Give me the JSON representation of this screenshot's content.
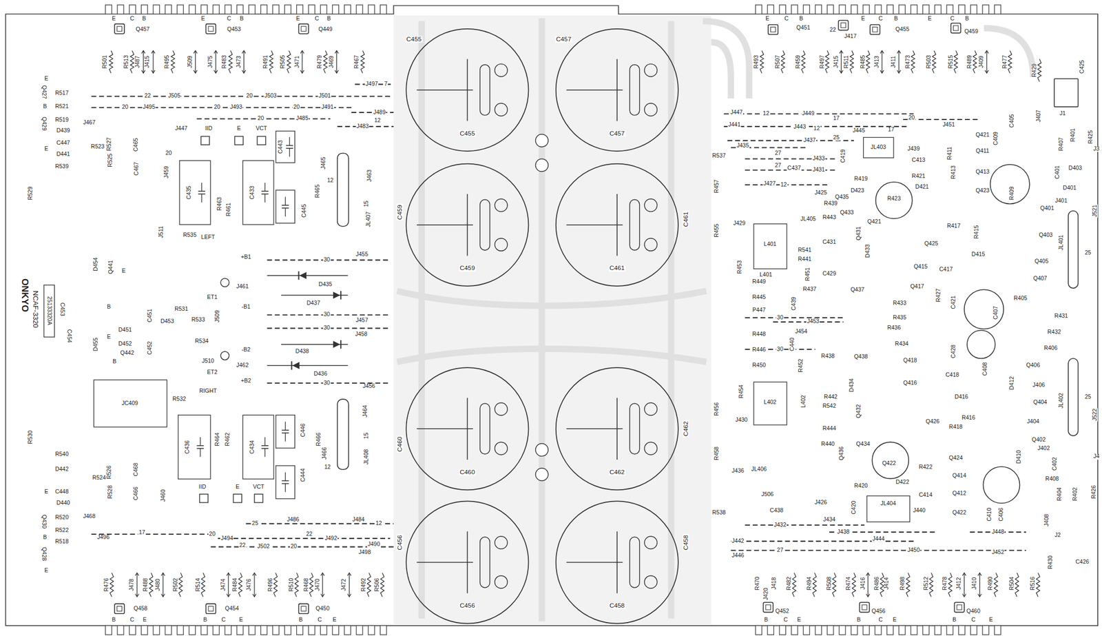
{
  "diagram": {
    "nodes": [
      {
        "text": [
          "25133320A"
        ]
      },
      {
        "text": [
          "C435"
        ]
      },
      {
        "text": [
          "C433"
        ]
      },
      {
        "text": [
          "C443"
        ]
      },
      {
        "text": [
          "C445"
        ]
      },
      {
        "text": [
          "JC409"
        ]
      },
      {
        "text": [
          "C436"
        ]
      },
      {
        "text": [
          "C434"
        ]
      },
      {
        "text": [
          "C446"
        ]
      },
      {
        "text": [
          "C444"
        ]
      },
      {
        "text": [
          "C455",
          "C455"
        ]
      },
      {
        "text": [
          "C457",
          "C457"
        ]
      },
      {
        "text": [
          "C459",
          "C459"
        ]
      },
      {
        "text": [
          "C461",
          "C461"
        ]
      },
      {
        "text": [
          "C460",
          "C460"
        ]
      },
      {
        "text": [
          "C462",
          "C462"
        ]
      },
      {
        "text": [
          "C456",
          "C456"
        ]
      },
      {
        "text": [
          "C458",
          "C458"
        ]
      },
      {
        "text": [
          "JL403"
        ]
      },
      {
        "text": [
          "L401",
          "L401"
        ]
      },
      {
        "text": [
          "L402",
          "L402"
        ]
      },
      {
        "text": [
          "JL404"
        ]
      }
    ],
    "labels": [
      "E",
      "C",
      "B",
      "Q457",
      "E",
      "C",
      "B",
      "Q453",
      "E",
      "C",
      "B",
      "Q449",
      "R501",
      "R513",
      "J487",
      "J415",
      "R495",
      "J509",
      "J475",
      "R483",
      "J473",
      "R491",
      "R505",
      "J471",
      "R479",
      "J469",
      "R467",
      "22",
      "J505",
      "20",
      "J503",
      "J501",
      "J497",
      "7",
      "20",
      "J495",
      "20",
      "J493",
      "20",
      "J491",
      "J489",
      "12",
      "20",
      "J485",
      "J483",
      "E",
      "Q427",
      "B",
      "Q429",
      "E",
      "R517",
      "R521",
      "R519",
      "D439",
      "C447",
      "D441",
      "R539",
      "J467",
      "R523",
      "R527",
      "R525",
      "C465",
      "C467",
      "R529",
      "J447",
      "IID",
      "E",
      "VCT",
      "20",
      "J459",
      "R463",
      "R461",
      "J465",
      "12",
      "R465",
      "J463",
      "15",
      "JL407",
      "J511",
      "R535",
      "LEFT",
      "+B1",
      "ET1",
      "J461",
      "-B1",
      "J509",
      "J510",
      "ET2",
      "J462",
      "-B2",
      "RIGHT",
      "+B2",
      "J455",
      "30",
      "D435",
      "D437",
      "30",
      "J457",
      "30",
      "J458",
      "D438",
      "D436",
      "30",
      "J456",
      "R531",
      "R533",
      "R534",
      "R532",
      "D453",
      "C451",
      "D451",
      "D452",
      "Q442",
      "C452",
      "D454",
      "Q441",
      "E",
      "B",
      "D455",
      "E",
      "B",
      "C453",
      "C454",
      "ONKYO",
      "NCAF-3320",
      "R530",
      "R540",
      "D442",
      "R524",
      "R526",
      "R528",
      "C468",
      "C466",
      "C448",
      "D440",
      "R520",
      "R522",
      "J468",
      "R518",
      "E",
      "Q430",
      "B",
      "Q428",
      "E",
      "R464",
      "R462",
      "R466",
      "J466",
      "12",
      "J464",
      "15",
      "JL408",
      "J460",
      "IID",
      "E",
      "VCT",
      "J486",
      "25",
      "J484",
      "12",
      "17",
      "J496",
      "20",
      "J494",
      "22",
      "J502",
      "22",
      "J492",
      "J490",
      "J498",
      "20",
      "R476",
      "J478",
      "R488",
      "J480",
      "R502",
      "R514",
      "J474",
      "R484",
      "J476",
      "R496",
      "R510",
      "R468",
      "J470",
      "J472",
      "R492",
      "R506",
      "Q458",
      "Q454",
      "Q450",
      "B",
      "C",
      "E",
      "B",
      "C",
      "E",
      "B",
      "C",
      "E",
      "E",
      "C",
      "B",
      "Q451",
      "22",
      "J417",
      "E",
      "C",
      "B",
      "Q455",
      "E",
      "C",
      "B",
      "Q459",
      "R493",
      "R507",
      "R459",
      "R497",
      "J415",
      "R511",
      "R485",
      "J413",
      "J411",
      "R473",
      "R503",
      "R515",
      "R489",
      "J409",
      "R477",
      "R429",
      "C425",
      "J447",
      "12",
      "J449",
      "17",
      "20",
      "J451",
      "J441",
      "J443",
      "12",
      "J437",
      "17",
      "J445",
      "25",
      "J439",
      "J435",
      "27",
      "J433",
      "J431",
      "27",
      "C437",
      "C419",
      "C413",
      "R537",
      "J427",
      "12",
      "J425",
      "R419",
      "R421",
      "D423",
      "D421",
      "Q421",
      "Q411",
      "R411",
      "R413",
      "Q413",
      "Q423",
      "R423",
      "Q421",
      "C409",
      "C405",
      "J407",
      "J1",
      "R425",
      "R401",
      "R407",
      "J3",
      "C401",
      "D403",
      "D401",
      "R409",
      "Q401",
      "J401",
      "JL401",
      "J521",
      "25",
      "Q403",
      "Q405",
      "Q407",
      "R405",
      "R431",
      "C407",
      "C421",
      "R427",
      "R415",
      "R417",
      "Q425",
      "D415",
      "C417",
      "Q415",
      "Q417",
      "R435",
      "R433",
      "R436",
      "R434",
      "R438",
      "Q438",
      "Q418",
      "C418",
      "C428",
      "C408",
      "R432",
      "R406",
      "Q406",
      "J406",
      "JL402",
      "Q404",
      "J404",
      "Q402",
      "J402",
      "J522",
      "25",
      "J4",
      "D410",
      "C402",
      "R404",
      "R402",
      "R408",
      "R426",
      "C406",
      "J408",
      "J2",
      "R430",
      "C426",
      "C410",
      "R538",
      "C438",
      "J506",
      "J426",
      "JL406",
      "R458",
      "R456",
      "J430",
      "R454",
      "R450",
      "R452",
      "J454",
      "R448",
      "R446",
      "30",
      "30",
      "C440",
      "J453",
      "C439",
      "P447",
      "R445",
      "R449",
      "R453",
      "R455",
      "R457",
      "J429",
      "JL405",
      "R541",
      "R441",
      "R451",
      "R437",
      "C429",
      "C431",
      "R443",
      "R439",
      "Q435",
      "Q433",
      "Q431",
      "D433",
      "Q437",
      "R442",
      "R542",
      "J436",
      "R444",
      "R440",
      "Q436",
      "Q434",
      "D434",
      "Q432",
      "Q416",
      "Q426",
      "R418",
      "R416",
      "D416",
      "Q414",
      "Q412",
      "Q424",
      "Q422",
      "D422",
      "D412",
      "Q422",
      "R422",
      "R420",
      "C420",
      "C414",
      "J440",
      "J438",
      "J444",
      "J450",
      "J434",
      "J448",
      "J452",
      "J432",
      "J442",
      "J446",
      "27",
      "R470",
      "J418",
      "J420",
      "R482",
      "R494",
      "R508",
      "R474",
      "J416",
      "R486",
      "J414",
      "R498",
      "R512",
      "R478",
      "J412",
      "J410",
      "R490",
      "R504",
      "R516",
      "Q452",
      "Q456",
      "Q460",
      "B",
      "C",
      "E",
      "B",
      "C",
      "E",
      "B",
      "C",
      "E"
    ]
  }
}
